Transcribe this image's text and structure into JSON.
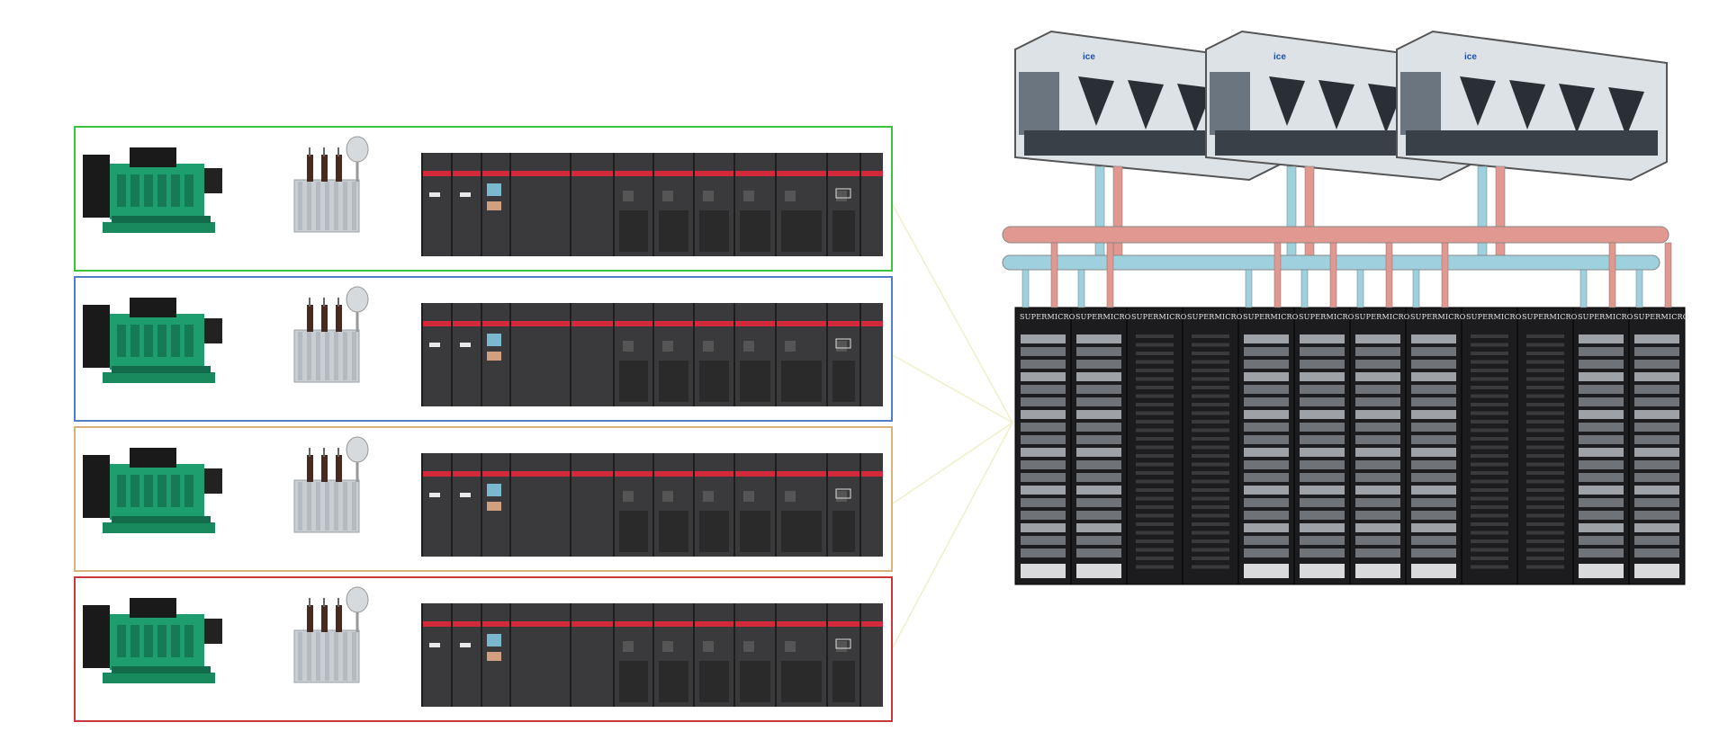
{
  "power_trains": [
    {
      "id": "A",
      "border_color": "#3cc43c"
    },
    {
      "id": "B",
      "border_color": "#4f7fc4"
    },
    {
      "id": "C",
      "border_color": "#d7b27a"
    },
    {
      "id": "D",
      "border_color": "#c8383a"
    }
  ],
  "colors": {
    "generator": "#1e9e6e",
    "transformer": "#c9ced2",
    "switchgear": "#3a3a3c",
    "switchgear_stripe": "#d22a3a",
    "hot_pipe": "#e09890",
    "cold_pipe": "#9fd0de",
    "rack": "#1c1c1e",
    "link_line": "#f0f0c8"
  },
  "chillers": [
    {
      "logo": "ice"
    },
    {
      "logo": "ice"
    },
    {
      "logo": "ice"
    }
  ],
  "racks": [
    {
      "brand": "SUPERMICRO",
      "type": "compute"
    },
    {
      "brand": "SUPERMICRO",
      "type": "compute"
    },
    {
      "brand": "SUPERMICRO",
      "type": "network"
    },
    {
      "brand": "SUPERMICRO",
      "type": "network"
    },
    {
      "brand": "SUPERMICRO",
      "type": "compute"
    },
    {
      "brand": "SUPERMICRO",
      "type": "compute"
    },
    {
      "brand": "SUPERMICRO",
      "type": "compute"
    },
    {
      "brand": "SUPERMICRO",
      "type": "compute"
    },
    {
      "brand": "SUPERMICRO",
      "type": "network"
    },
    {
      "brand": "SUPERMICRO",
      "type": "network"
    },
    {
      "brand": "SUPERMICRO",
      "type": "compute"
    },
    {
      "brand": "SUPERMICRO",
      "type": "compute"
    }
  ]
}
